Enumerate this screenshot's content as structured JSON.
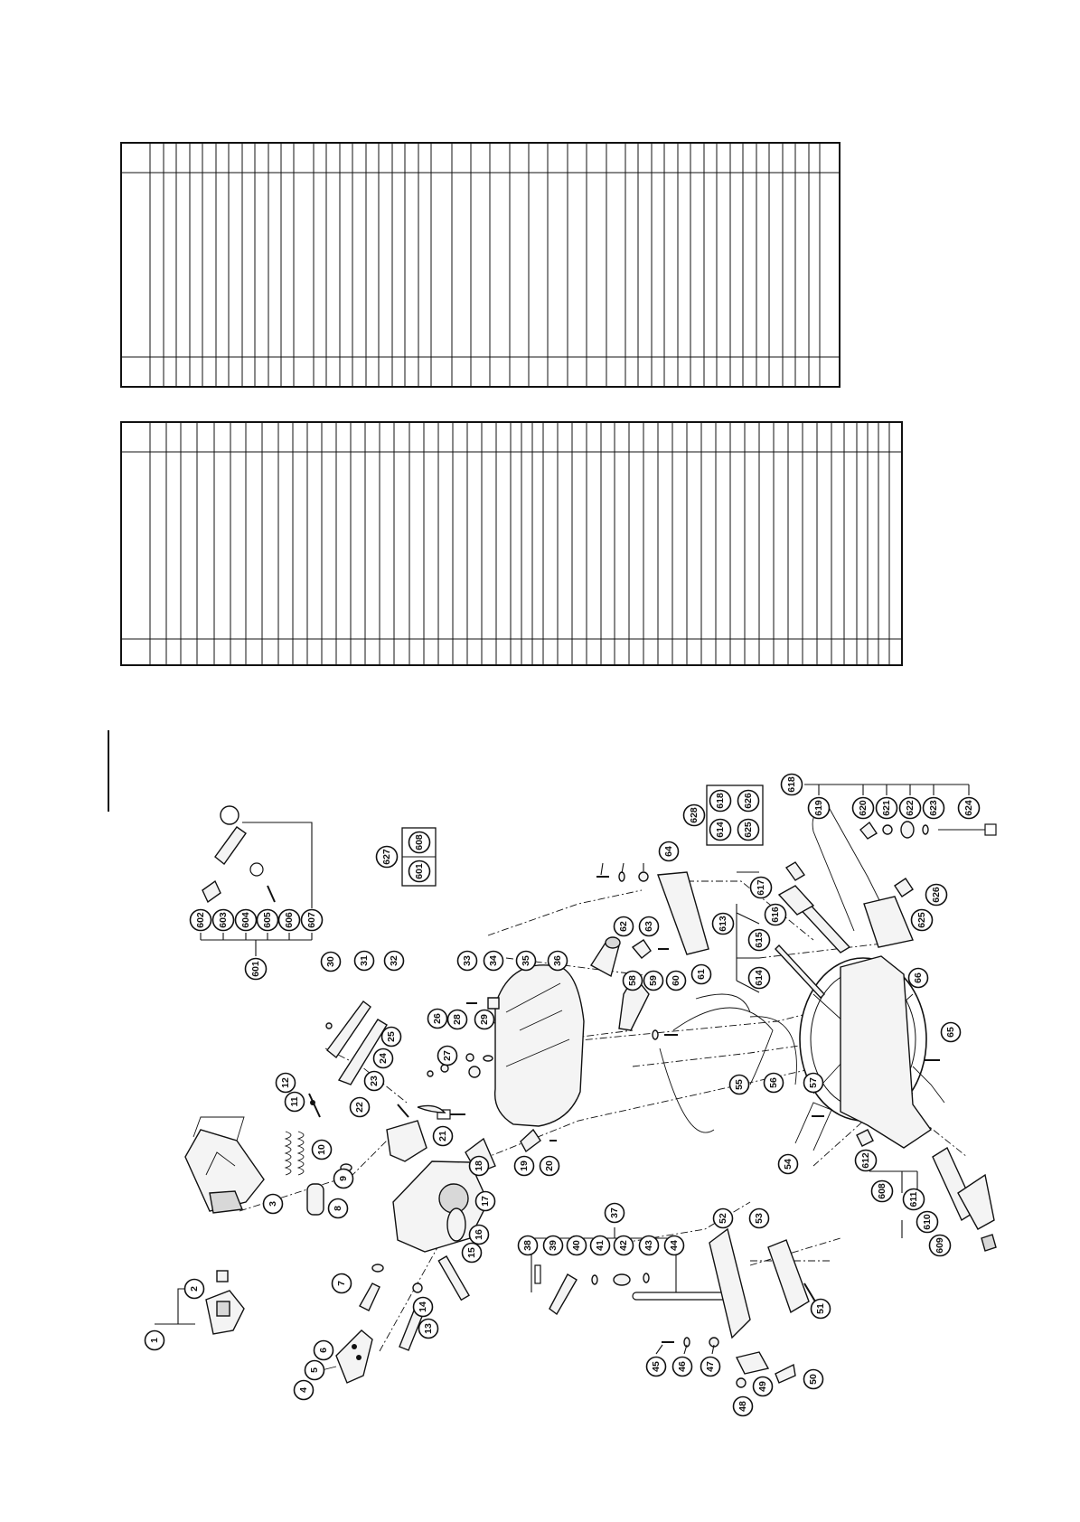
{
  "page": {
    "background": "#ffffff",
    "ink": "#111111"
  },
  "tables": [
    {
      "name": "upper-parts-table",
      "columns": 52
    },
    {
      "name": "lower-parts-table",
      "columns": 58
    }
  ],
  "diagram": {
    "callouts": [
      "1",
      "2",
      "3",
      "4",
      "5",
      "6",
      "7",
      "8",
      "9",
      "10",
      "11",
      "12",
      "13",
      "14",
      "15",
      "16",
      "17",
      "18",
      "19",
      "20",
      "21",
      "22",
      "23",
      "24",
      "25",
      "26",
      "27",
      "28",
      "29",
      "30",
      "31",
      "32",
      "33",
      "34",
      "35",
      "36",
      "37",
      "38",
      "39",
      "40",
      "41",
      "42",
      "43",
      "44",
      "45",
      "46",
      "47",
      "48",
      "49",
      "50",
      "51",
      "52",
      "53",
      "54",
      "55",
      "56",
      "57",
      "58",
      "59",
      "60",
      "61",
      "62",
      "63",
      "64",
      "65",
      "66",
      "601",
      "602",
      "603",
      "604",
      "605",
      "606",
      "607",
      "608",
      "609",
      "610",
      "611",
      "612",
      "613",
      "614",
      "615",
      "616",
      "617",
      "618",
      "619",
      "620",
      "621",
      "622",
      "623",
      "624",
      "625",
      "626",
      "627",
      "628"
    ],
    "kit_box_627": [
      "627",
      "608",
      "601"
    ],
    "kit_box_628": [
      "628",
      "618",
      "626",
      "614",
      "625"
    ],
    "group_45_47": [
      "45",
      "46",
      "47"
    ]
  }
}
